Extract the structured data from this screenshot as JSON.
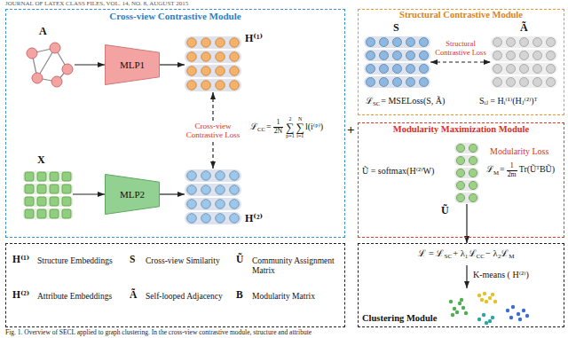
{
  "diagram": {
    "caption": "Fig. 1. Overview of SECL applied to graph clustering. In the cross-view contrastive module, structure and attribute",
    "nodes": [
      {
        "text": [
          "Cross-view Contrastive Module"
        ]
      },
      {
        "text": [
          "A"
        ],
        "in": 0
      },
      {
        "text": [
          "MLP1"
        ],
        "in": 0
      },
      {
        "text": [
          "H⁽¹⁾"
        ],
        "in": 0
      },
      {
        "text": [
          "X"
        ],
        "in": 0
      },
      {
        "text": [
          "MLP2"
        ],
        "in": 0
      },
      {
        "text": [
          "H⁽²⁾"
        ],
        "in": 0
      },
      {
        "text": [
          "Structural Contrastive Module"
        ]
      },
      {
        "text": [
          "S"
        ],
        "in": 7
      },
      {
        "text": [
          "Ã"
        ],
        "in": 7
      },
      {
        "text": [
          "Modularity Maximization Module"
        ]
      },
      {
        "text": [
          "Ũ"
        ],
        "in": 10
      },
      {
        "text": [
          "H⁽¹⁾",
          "Structure Embeddings",
          "S",
          "Cross-view Similarity",
          "Ũ",
          "Community Assignment Matrix",
          "H⁽²⁾",
          "Attribute Embeddings",
          "Ã",
          "Self-looped Adjacency",
          "B",
          "Modularity Matrix"
        ]
      },
      {
        "text": [
          "Clustering Module"
        ]
      }
    ],
    "edges": [
      {
        "from": 1,
        "to": 2,
        "arrow": "to"
      },
      {
        "from": 2,
        "to": 3,
        "arrow": "to"
      },
      {
        "from": 4,
        "to": 5,
        "arrow": "to"
      },
      {
        "from": 5,
        "to": 6,
        "arrow": "to"
      },
      {
        "from": 3,
        "to": 6,
        "arrow": "both",
        "label": "Cross-view Contrastive Loss"
      },
      {
        "from": 8,
        "to": 9,
        "arrow": "both",
        "label": "Structural Contrastive Loss"
      },
      {
        "from": 11,
        "to": 13,
        "arrow": "to"
      }
    ],
    "labels": [
      "JOURNAL OF LATEX CLASS FILES, VOL. 14, NO. 8, AUGUST 2015",
      "ℒ",
      "CC",
      "=",
      "1",
      "2N",
      "2",
      "∑",
      "p=1",
      "N",
      "∑",
      "i=1",
      "l(i⁽ᵖ⁾)",
      "+",
      "ℒ",
      "SC",
      "= MSELoss(S, Ã)",
      "Sᵢⱼ = Hᵢ⁽¹⁾(Hⱼ⁽²⁾)ᵀ",
      "Ũ = softmax(H⁽²⁾W)",
      "Modularity Loss",
      "ℒ",
      "M",
      "=",
      "1",
      "2m",
      "Tr(ŨᵀBŨ)",
      "ℒ = ℒ",
      "SC",
      "+ λ₁ℒ",
      "CC",
      "− λ₂ℒ",
      "M",
      "K-means ( H⁽²⁾)"
    ]
  }
}
